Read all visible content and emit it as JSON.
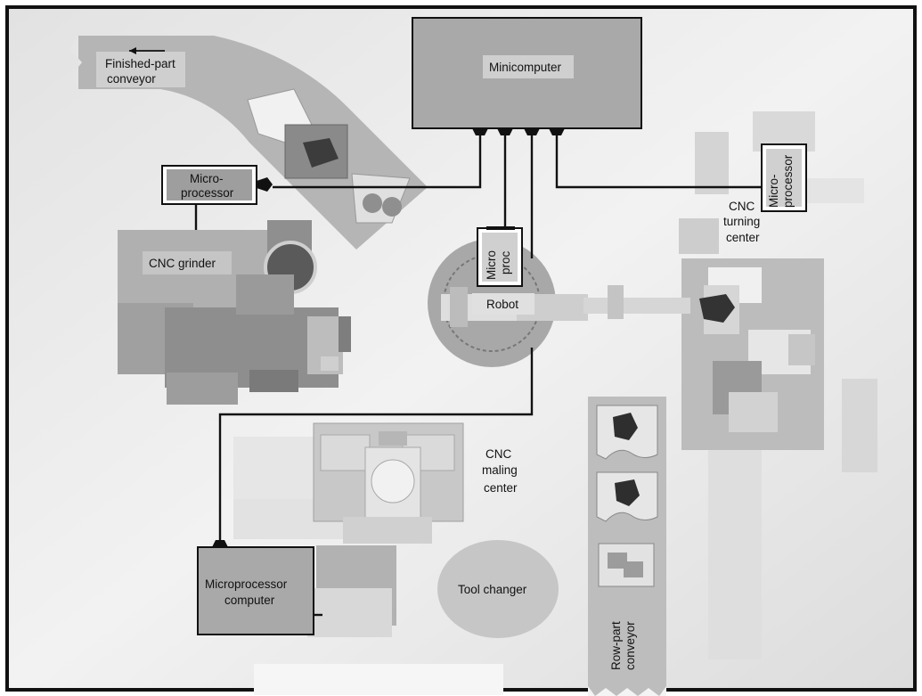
{
  "labels": {
    "finished_conveyor_1": "Finished-part",
    "finished_conveyor_2": "conveyor",
    "minicomputer": "Minicomputer",
    "microprocessor_left_1": "Micro-",
    "microprocessor_left_2": "processor",
    "cnc_grinder": "CNC grinder",
    "micro_proc_1": "Micro",
    "micro_proc_2": "proc",
    "robot": "Robot",
    "microprocessor_right_1": "Micro-",
    "microprocessor_right_2": "processor",
    "cnc_turning_1": "CNC",
    "cnc_turning_2": "turning",
    "cnc_turning_3": "center",
    "cnc_maling_1": "CNC",
    "cnc_maling_2": "maling",
    "cnc_maling_3": "center",
    "microprocessor_computer_1": "Microprocessor",
    "microprocessor_computer_2": "computer",
    "tool_changer": "Tool changer",
    "row_part_1": "Row-part",
    "row_part_2": "conveyor"
  },
  "colors": {
    "outline": "#111111",
    "cable": "#111111",
    "box_fill": "#a9a9a9",
    "label_bg": "#cfcfcf",
    "background": "#eeeeee"
  }
}
